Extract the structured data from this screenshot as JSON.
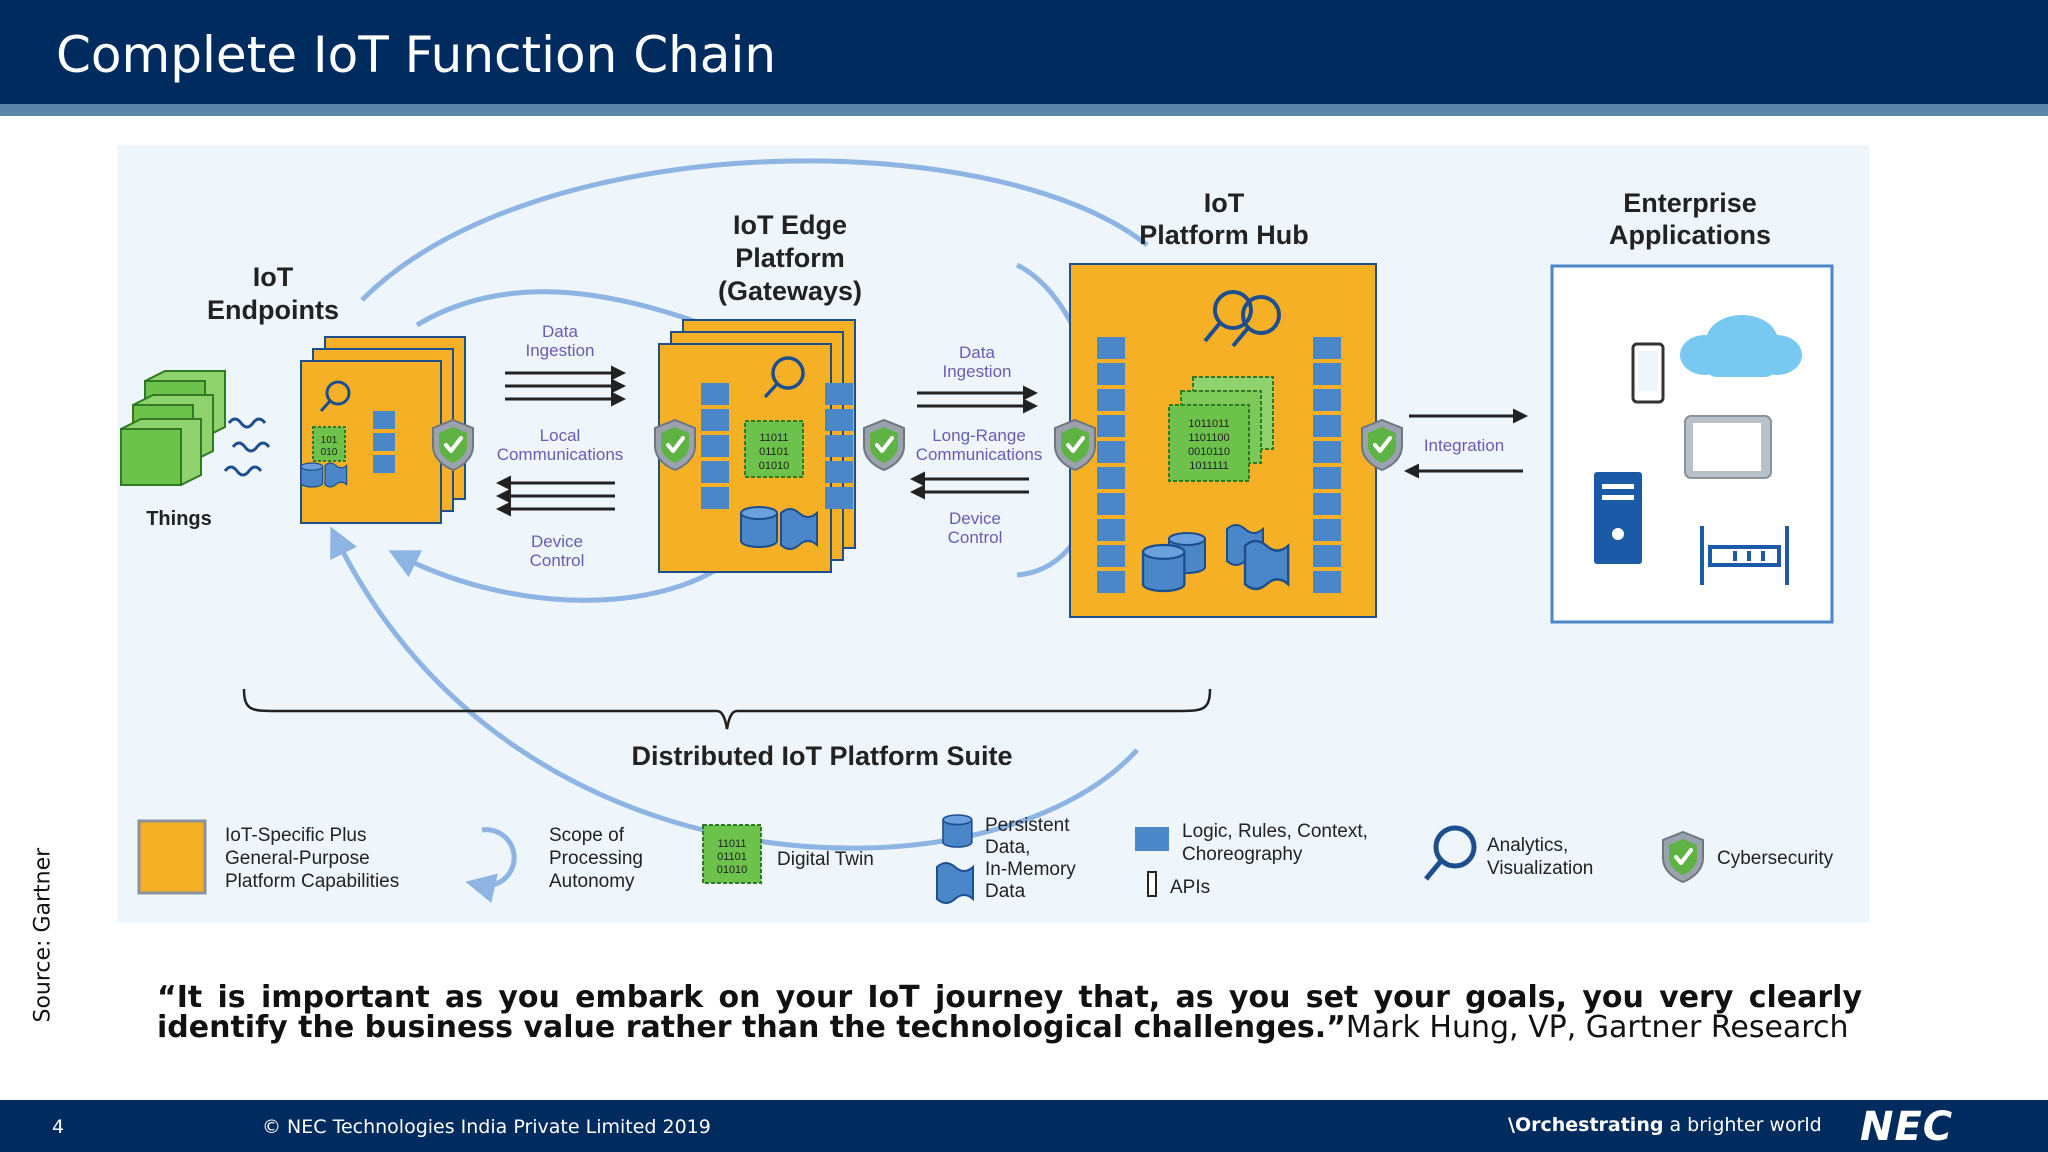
{
  "slide": {
    "title": "Complete IoT Function Chain",
    "source": "Source: Gartner",
    "quote_bold": "“It is important as you embark on your IoT journey that, as you set your goals, you very clearly identify the business value rather than the technological challenges.”",
    "quote_author": "Mark Hung,  VP, Gartner Research"
  },
  "footer": {
    "page_number": "4",
    "copyright": "© NEC Technologies India Private Limited 2019",
    "tagline_prefix": "\\Orchestrating",
    "tagline_suffix": " a brighter world",
    "logo": "NEC"
  },
  "diagram": {
    "things_label": "Things",
    "endpoints_title": [
      "IoT",
      "Endpoints"
    ],
    "edge_title": [
      "IoT Edge",
      "Platform",
      "(Gateways)"
    ],
    "hub_title": [
      "IoT",
      "Platform Hub"
    ],
    "enterprise_title": [
      "Enterprise",
      "Applications"
    ],
    "link1_top": [
      "Data",
      "Ingestion"
    ],
    "link1_mid": [
      "Local",
      "Communications"
    ],
    "link1_bottom": [
      "Device",
      "Control"
    ],
    "link2_top": [
      "Data",
      "Ingestion"
    ],
    "link2_mid": [
      "Long-Range",
      "Communications"
    ],
    "link2_bottom": [
      "Device",
      "Control"
    ],
    "integration": "Integration",
    "suite_label": "Distributed IoT Platform Suite",
    "binary_edge": [
      "11011",
      "01101",
      "01010"
    ],
    "binary_hub": [
      "1011011",
      "1101100",
      "0010110",
      "1011111"
    ],
    "binary_endpoint": [
      "101",
      "010"
    ],
    "legend": {
      "capabilities": [
        "IoT-Specific Plus",
        "General-Purpose",
        "Platform Capabilities"
      ],
      "scope": [
        "Scope of",
        "Processing",
        "Autonomy"
      ],
      "twin": "Digital Twin",
      "twin_binary": [
        "11011",
        "01101",
        "01010"
      ],
      "data": [
        "Persistent",
        "Data,",
        "In-Memory",
        "Data"
      ],
      "logic": [
        "Logic, Rules, Context,",
        "Choreography"
      ],
      "apis": "APIs",
      "analytics": [
        "Analytics,",
        "Visualization"
      ],
      "security": "Cybersecurity"
    },
    "colors": {
      "platform_fill": "#f5b026",
      "twin_green": "#6dc24b",
      "module_blue": "#4a86c8",
      "arc_blue": "#8eb4e3",
      "label_purple": "#6a5bb5",
      "shield_green": "#5fb244",
      "header_navy": "#002b5e"
    },
    "icons": [
      "magnifier-icon",
      "binoculars-icon",
      "database-icon",
      "shield-check-icon",
      "cloud-icon",
      "phone-icon",
      "tablet-icon",
      "server-icon",
      "rack-icon",
      "cube-icon",
      "signal-wave-icon"
    ]
  }
}
